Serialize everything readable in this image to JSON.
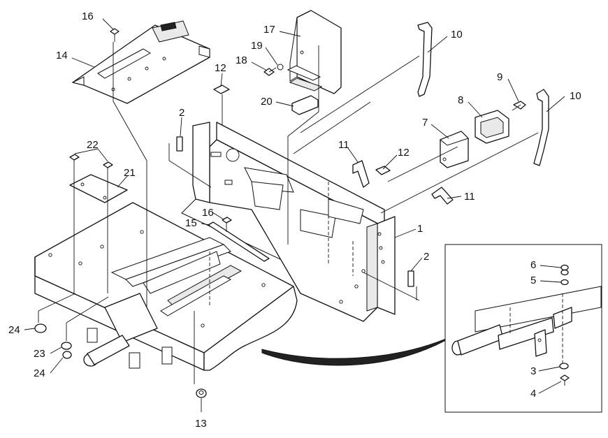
{
  "callouts": {
    "p1": "1",
    "p2a": "2",
    "p2b": "2",
    "p3": "3",
    "p4": "4",
    "p5": "5",
    "p6": "6",
    "p7": "7",
    "p8": "8",
    "p9": "9",
    "p10a": "10",
    "p10b": "10",
    "p11a": "11",
    "p11b": "11",
    "p12a": "12",
    "p12b": "12",
    "p13": "13",
    "p14": "14",
    "p15": "15",
    "p16a": "16",
    "p16b": "16",
    "p17": "17",
    "p18": "18",
    "p19": "19",
    "p20": "20",
    "p21": "21",
    "p22": "22",
    "p23": "23",
    "p24a": "24",
    "p24b": "24"
  }
}
